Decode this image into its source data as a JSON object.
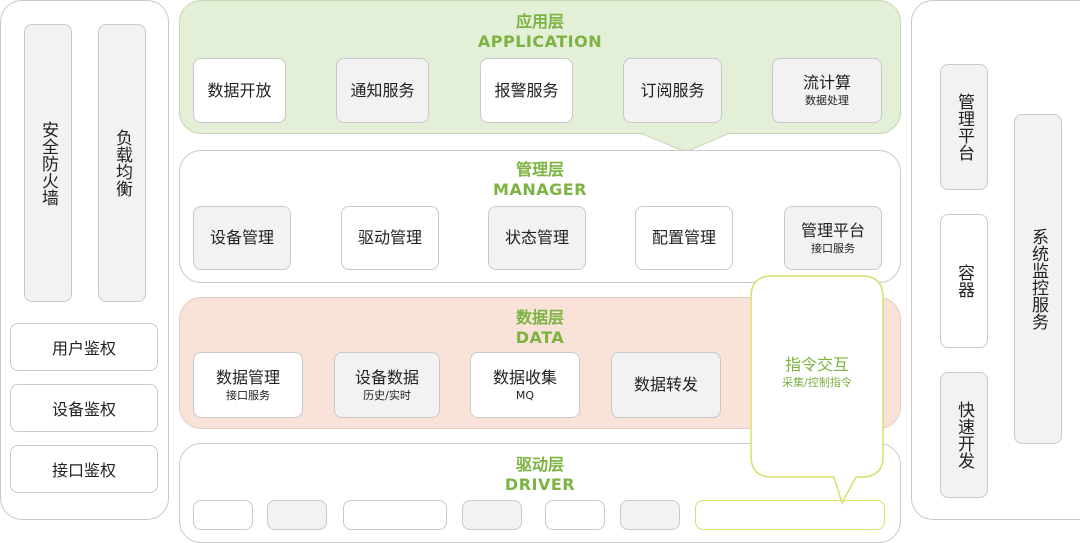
{
  "left": {
    "pillars": [
      "安全防火墙",
      "负载均衡"
    ],
    "auth": [
      "用户鉴权",
      "设备鉴权",
      "接口鉴权"
    ]
  },
  "right": {
    "col1": [
      "管理平台",
      "容器",
      "快速开发"
    ],
    "monitor": "系统监控服务"
  },
  "layers": {
    "application": {
      "title_zh": "应用层",
      "title_en": "APPLICATION",
      "boxes": [
        {
          "main": "数据开放",
          "sub": ""
        },
        {
          "main": "通知服务",
          "sub": ""
        },
        {
          "main": "报警服务",
          "sub": ""
        },
        {
          "main": "订阅服务",
          "sub": ""
        },
        {
          "main": "流计算",
          "sub": "数据处理"
        }
      ]
    },
    "manager": {
      "title_zh": "管理层",
      "title_en": "MANAGER",
      "boxes": [
        {
          "main": "设备管理",
          "sub": ""
        },
        {
          "main": "驱动管理",
          "sub": ""
        },
        {
          "main": "状态管理",
          "sub": ""
        },
        {
          "main": "配置管理",
          "sub": ""
        },
        {
          "main": "管理平台",
          "sub": "接口服务"
        }
      ]
    },
    "data": {
      "title_zh": "数据层",
      "title_en": "DATA",
      "boxes": [
        {
          "main": "数据管理",
          "sub": "接口服务"
        },
        {
          "main": "设备数据",
          "sub": "历史/实时"
        },
        {
          "main": "数据收集",
          "sub": "MQ"
        },
        {
          "main": "数据转发",
          "sub": ""
        }
      ]
    },
    "driver": {
      "title_zh": "驱动层",
      "title_en": "DRIVER"
    }
  },
  "callout": {
    "main": "指令交互",
    "sub": "采集/控制指令"
  },
  "colors": {
    "accent_green": "#7cb342",
    "application_bg": "#e4efd8",
    "data_bg": "#f9e3d9",
    "callout_border": "#d8df6a",
    "border": "#c9c9c9",
    "pill_bg": "#f2f2f2"
  }
}
